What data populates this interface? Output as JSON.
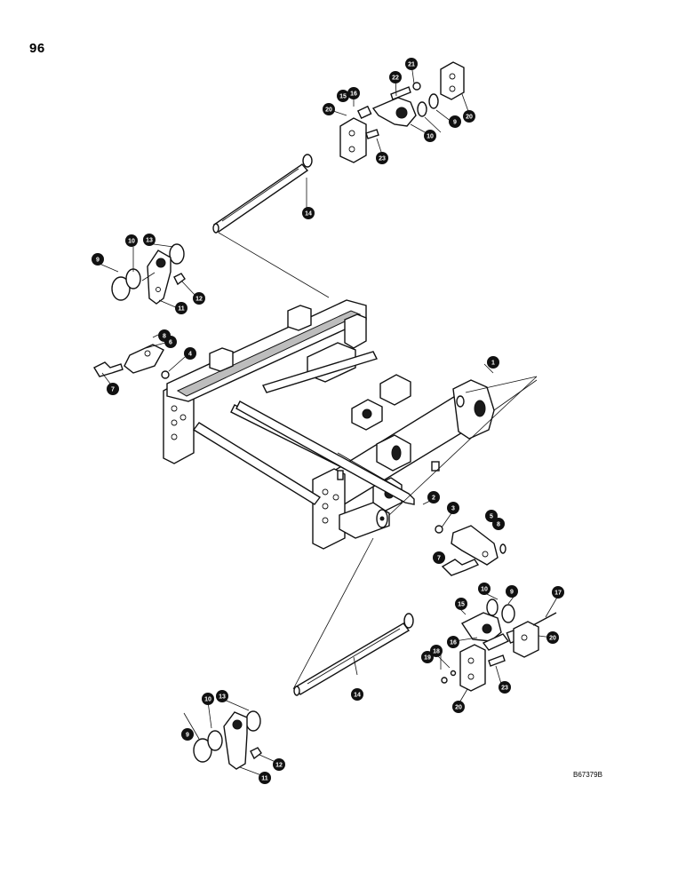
{
  "page": {
    "number": "96",
    "drawing_id": "B67379B"
  },
  "callouts": [
    {
      "label": "1"
    },
    {
      "label": "2"
    },
    {
      "label": "3"
    },
    {
      "label": "4"
    },
    {
      "label": "5"
    },
    {
      "label": "6"
    },
    {
      "label": "7"
    },
    {
      "label": "7"
    },
    {
      "label": "8"
    },
    {
      "label": "8"
    },
    {
      "label": "9"
    },
    {
      "label": "9"
    },
    {
      "label": "9"
    },
    {
      "label": "9"
    },
    {
      "label": "10"
    },
    {
      "label": "10"
    },
    {
      "label": "10"
    },
    {
      "label": "10"
    },
    {
      "label": "11"
    },
    {
      "label": "11"
    },
    {
      "label": "12"
    },
    {
      "label": "12"
    },
    {
      "label": "13"
    },
    {
      "label": "13"
    },
    {
      "label": "14"
    },
    {
      "label": "14"
    },
    {
      "label": "15"
    },
    {
      "label": "15"
    },
    {
      "label": "16"
    },
    {
      "label": "16"
    },
    {
      "label": "17"
    },
    {
      "label": "18"
    },
    {
      "label": "19"
    },
    {
      "label": "20"
    },
    {
      "label": "20"
    },
    {
      "label": "20"
    },
    {
      "label": "20"
    },
    {
      "label": "21"
    },
    {
      "label": "22"
    },
    {
      "label": "23"
    },
    {
      "label": "23"
    }
  ]
}
